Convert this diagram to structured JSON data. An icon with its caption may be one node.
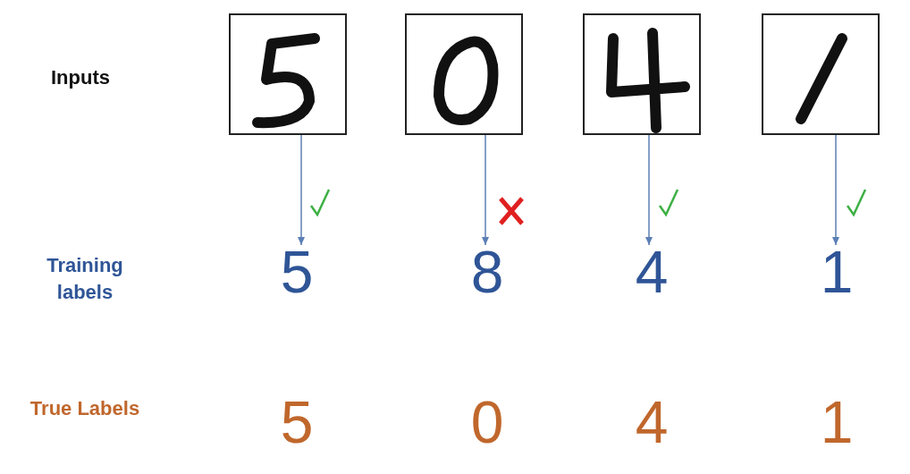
{
  "diagram": {
    "nodes": [
      {
        "text": [],
        "shape": "picture"
      },
      {
        "text": [],
        "shape": "picture"
      },
      {
        "text": [],
        "shape": "picture"
      },
      {
        "text": [],
        "shape": "picture"
      },
      {
        "text": [
          "5"
        ]
      },
      {
        "text": [
          "8"
        ]
      },
      {
        "text": [
          "4"
        ]
      },
      {
        "text": [
          "1"
        ]
      }
    ],
    "edges": [
      {
        "from": 0,
        "to": 4,
        "arrow": "to"
      },
      {
        "from": 1,
        "to": 5,
        "arrow": "to"
      },
      {
        "from": 2,
        "to": 6,
        "arrow": "to"
      },
      {
        "from": 3,
        "to": 7,
        "arrow": "to"
      }
    ],
    "labels": [
      "Inputs",
      "Training labels",
      "True Labels",
      "5",
      "0",
      "4",
      "1"
    ]
  }
}
